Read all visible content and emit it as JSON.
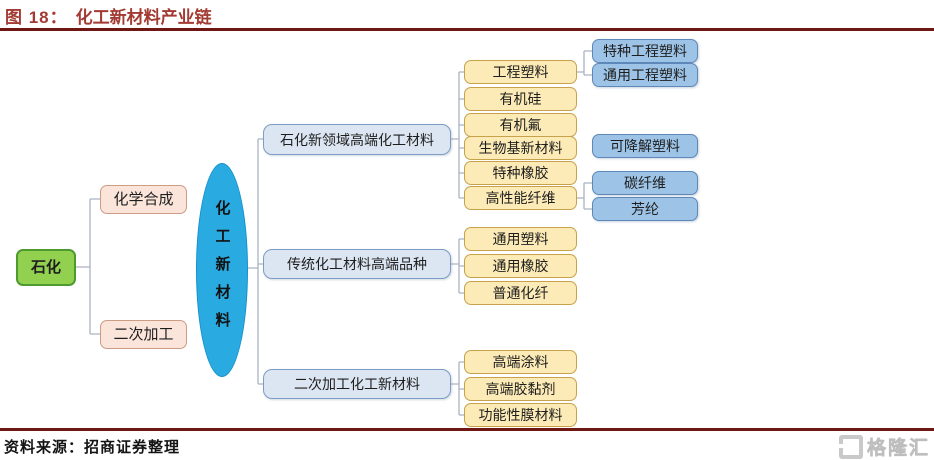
{
  "title": {
    "prefix": "图 18：",
    "text": "化工新材料产业链"
  },
  "source": "资料来源：招商证券整理",
  "watermark": "格隆汇",
  "diagram": {
    "root": {
      "label": "石化"
    },
    "processes": [
      {
        "label": "化学合成"
      },
      {
        "label": "二次加工"
      }
    ],
    "hub": {
      "label": "化工新材料"
    },
    "branches": [
      {
        "label": "石化新领域高端化工材料",
        "children": [
          {
            "label": "工程塑料",
            "children": [
              {
                "label": "特种工程塑料"
              },
              {
                "label": "通用工程塑料"
              }
            ]
          },
          {
            "label": "有机硅"
          },
          {
            "label": "有机氟"
          },
          {
            "label": "生物基新材料",
            "children": [
              {
                "label": "可降解塑料"
              }
            ]
          },
          {
            "label": "特种橡胶"
          },
          {
            "label": "高性能纤维",
            "children": [
              {
                "label": "碳纤维"
              },
              {
                "label": "芳纶"
              }
            ]
          }
        ]
      },
      {
        "label": "传统化工材料高端品种",
        "children": [
          {
            "label": "通用塑料"
          },
          {
            "label": "通用橡胶"
          },
          {
            "label": "普通化纤"
          }
        ]
      },
      {
        "label": "二次加工化工新材料",
        "children": [
          {
            "label": "高端涂料"
          },
          {
            "label": "高端胶黏剂"
          },
          {
            "label": "功能性膜材料"
          }
        ]
      }
    ]
  },
  "colors": {
    "title_red": "#A23B33",
    "rule_maroon": "#6F1713",
    "root_green_fill": "#92D050",
    "root_green_border": "#4E9A2E",
    "process_pink_fill": "#FBE5DA",
    "process_pink_border": "#CE9B84",
    "hub_blue_fill": "#29ABE2",
    "hub_blue_border": "#1691CC",
    "branch_fill": "#DCE6F2",
    "branch_border": "#7C9CC6",
    "child_yellow_fill": "#FCEBB6",
    "child_yellow_border": "#C7A24A",
    "leaf_blue_fill": "#9DC4E6",
    "leaf_blue_border": "#5E88B8",
    "connector_gray": "#A9B4C2",
    "watermark_gray": "#C9C9C9"
  }
}
